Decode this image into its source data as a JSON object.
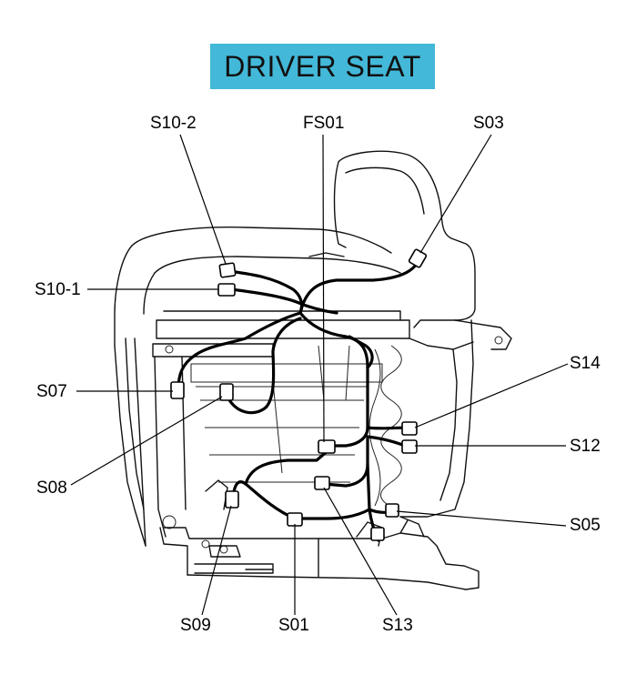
{
  "title": "DRIVER SEAT",
  "colors": {
    "title_bg": "#43b8d8",
    "line": "#000000",
    "background": "#ffffff"
  },
  "labels": {
    "s10_2": "S10-2",
    "fs01": "FS01",
    "s03": "S03",
    "s10_1": "S10-1",
    "s14": "S14",
    "s07": "S07",
    "s12": "S12",
    "s08": "S08",
    "s05": "S05",
    "s09": "S09",
    "s01": "S01",
    "s13": "S13"
  }
}
